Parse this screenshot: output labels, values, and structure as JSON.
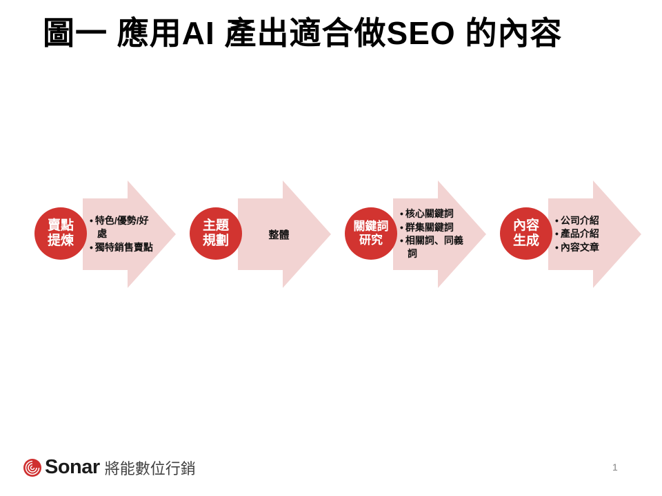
{
  "slide": {
    "title": "圖一 應用AI 產出適合做SEO 的內容",
    "page_number": "1"
  },
  "colors": {
    "circle_red": "#d23430",
    "arrow_pink": "#f2d3d2",
    "title_black": "#000000",
    "logo_red": "#cf3030"
  },
  "diagram": {
    "type": "process-arrow-steps",
    "steps": [
      {
        "label": "賣點\n提煉",
        "bullets": [
          "特色/優勢/好處",
          "獨特銷售賣點"
        ]
      },
      {
        "label": "主題\n規劃",
        "note": "整體"
      },
      {
        "label": "關鍵詞\n研究",
        "bullets": [
          "核心關鍵詞",
          "群集關鍵詞",
          "相關詞、同義詞"
        ]
      },
      {
        "label": "內容\n生成",
        "bullets": [
          "公司介紹",
          "產品介紹",
          "內容文章"
        ]
      }
    ]
  },
  "footer": {
    "logo_icon": "sonar-rings-icon",
    "brand_name": "Sonar",
    "brand_tagline": "將能數位行銷"
  }
}
